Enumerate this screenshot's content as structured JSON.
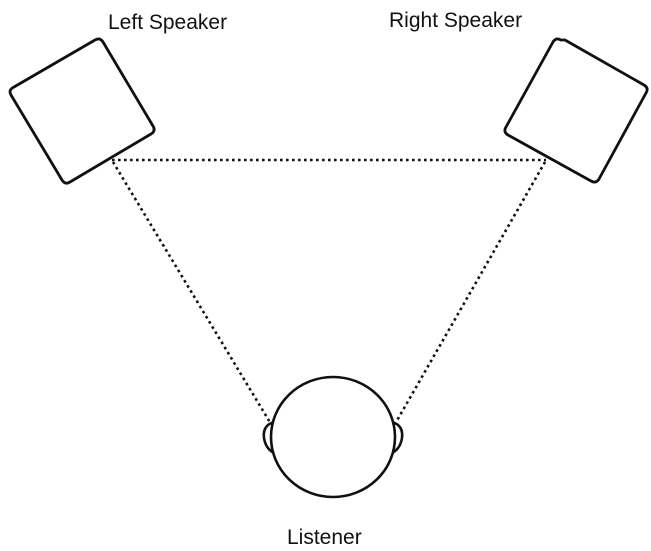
{
  "labels": {
    "left_speaker": "Left Speaker",
    "right_speaker": "Right Speaker",
    "listener": "Listener"
  },
  "colors": {
    "stroke": "#111111",
    "background": "#ffffff"
  },
  "line_style": "dotted"
}
